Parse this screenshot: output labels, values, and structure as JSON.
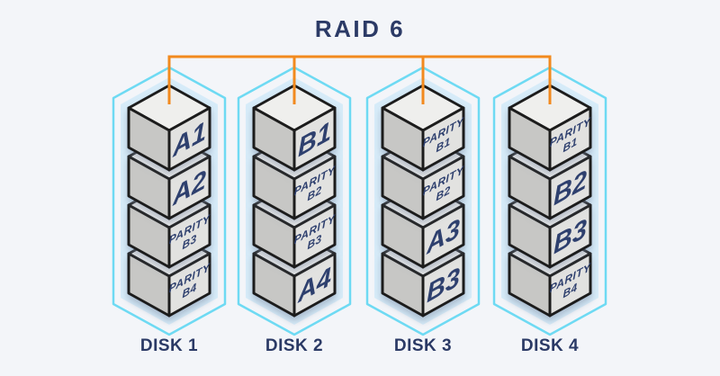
{
  "title": "RAID 6",
  "colors": {
    "background": "#f3f5f9",
    "accent_orange": "#f28a1e",
    "capsule_stroke": "#6edaf3",
    "capsule_fill": "#d7ecf9",
    "label_navy": "#2b3a66",
    "block_text_navy": "#2e3f6e",
    "cube_top": "#efefed",
    "cube_left": "#c7c7c5",
    "cube_right": "#e2e2e0",
    "cube_outline": "#1a1a1a"
  },
  "disks": [
    {
      "label": "DISK 1",
      "blocks": [
        {
          "lines": [
            "A1"
          ]
        },
        {
          "lines": [
            "A2"
          ]
        },
        {
          "lines": [
            "PARITY",
            "B3"
          ]
        },
        {
          "lines": [
            "PARITY",
            "B4"
          ]
        }
      ]
    },
    {
      "label": "DISK 2",
      "blocks": [
        {
          "lines": [
            "B1"
          ]
        },
        {
          "lines": [
            "PARITY",
            "B2"
          ]
        },
        {
          "lines": [
            "PARITY",
            "B3"
          ]
        },
        {
          "lines": [
            "A4"
          ]
        }
      ]
    },
    {
      "label": "DISK 3",
      "blocks": [
        {
          "lines": [
            "PARITY",
            "B1"
          ]
        },
        {
          "lines": [
            "PARITY",
            "B2"
          ]
        },
        {
          "lines": [
            "A3"
          ]
        },
        {
          "lines": [
            "B3"
          ]
        }
      ]
    },
    {
      "label": "DISK 4",
      "blocks": [
        {
          "lines": [
            "PARITY",
            "B1"
          ]
        },
        {
          "lines": [
            "B2"
          ]
        },
        {
          "lines": [
            "B3"
          ]
        },
        {
          "lines": [
            "PARITY",
            "B4"
          ]
        }
      ]
    }
  ]
}
